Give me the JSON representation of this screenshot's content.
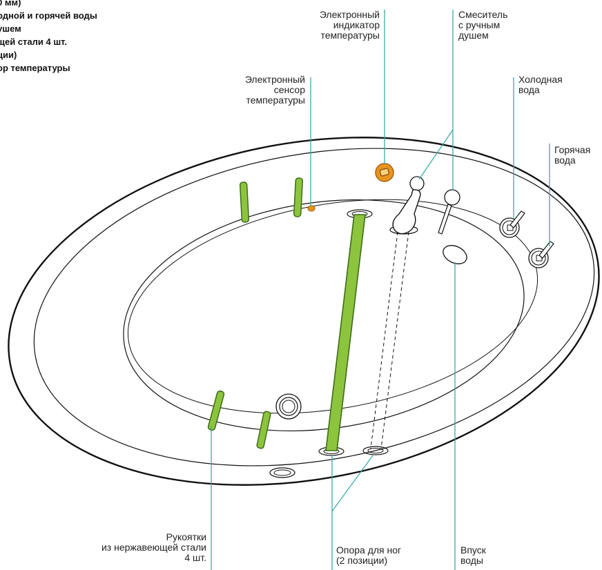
{
  "legend_list": [
    "0 мм)",
    "одной и горячей воды",
    "ушем",
    "щей стали 4 шт.",
    "ции)",
    "ор температуры"
  ],
  "labels": {
    "indicator": [
      "Электронный",
      "индикатор",
      "температуры"
    ],
    "mixer": [
      "Смеситель",
      "с ручным",
      "душем"
    ],
    "sensor": [
      "Электронный",
      "сенсор",
      "температуры"
    ],
    "cold": [
      "Холодная",
      "вода"
    ],
    "hot": [
      "Горячая",
      "вода"
    ],
    "handles": [
      "Рукоятки",
      "из нержавеющей стали",
      "4 шт."
    ],
    "footrest": [
      "Опора для ног",
      "(2 позиции)"
    ],
    "inlet": [
      "Впуск",
      "воды"
    ]
  },
  "colors": {
    "accent_green": "#8cc43e",
    "accent_green_dark": "#3c6b17",
    "indicator_orange": "#e8941f",
    "leader_teal": "#3aaba5",
    "outline": "#111111"
  }
}
